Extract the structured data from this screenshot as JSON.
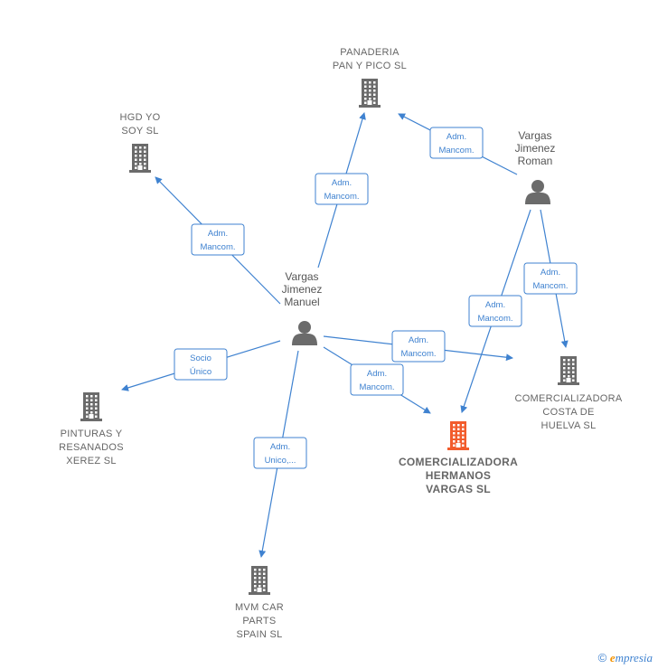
{
  "colors": {
    "edge": "#3f82d0",
    "company": "#6b6b6b",
    "highlight": "#f25c2c",
    "person": "#6b6b6b"
  },
  "companies": [
    {
      "id": "panaderia",
      "lines": [
        "PANADERIA",
        "PAN Y PICO  SL"
      ],
      "highlight": false,
      "label_pos": "above"
    },
    {
      "id": "hgd",
      "lines": [
        "HGD YO",
        "SOY  SL"
      ],
      "highlight": false,
      "label_pos": "above"
    },
    {
      "id": "pinturas",
      "lines": [
        "PINTURAS Y",
        "RESANADOS",
        "XEREZ  SL"
      ],
      "highlight": false,
      "label_pos": "below"
    },
    {
      "id": "mvm",
      "lines": [
        "MVM CAR",
        "PARTS",
        "SPAIN  SL"
      ],
      "highlight": false,
      "label_pos": "below"
    },
    {
      "id": "hermanos",
      "lines": [
        "COMERCIALIZADORA",
        "HERMANOS",
        "VARGAS  SL"
      ],
      "highlight": true,
      "label_pos": "below"
    },
    {
      "id": "costa",
      "lines": [
        "COMERCIALIZADORA",
        "COSTA DE",
        "HUELVA  SL"
      ],
      "highlight": false,
      "label_pos": "below"
    }
  ],
  "persons": [
    {
      "id": "manuel",
      "lines": [
        "Vargas",
        "Jimenez",
        "Manuel"
      ]
    },
    {
      "id": "roman",
      "lines": [
        "Vargas",
        "Jimenez",
        "Roman"
      ]
    }
  ],
  "edges": [
    {
      "from": "manuel",
      "to": "panaderia",
      "label": [
        "Adm.",
        "Mancom."
      ]
    },
    {
      "from": "manuel",
      "to": "hgd",
      "label": [
        "Adm.",
        "Mancom."
      ]
    },
    {
      "from": "manuel",
      "to": "pinturas",
      "label": [
        "Socio",
        "Único"
      ]
    },
    {
      "from": "manuel",
      "to": "mvm",
      "label": [
        "Adm.",
        "Unico,..."
      ]
    },
    {
      "from": "manuel",
      "to": "hermanos",
      "label": [
        "Adm.",
        "Mancom."
      ]
    },
    {
      "from": "manuel",
      "to": "costa",
      "label": [
        "Adm.",
        "Mancom."
      ]
    },
    {
      "from": "roman",
      "to": "panaderia",
      "label": [
        "Adm.",
        "Mancom."
      ]
    },
    {
      "from": "roman",
      "to": "hermanos",
      "label": [
        "Adm.",
        "Mancom."
      ]
    },
    {
      "from": "roman",
      "to": "costa",
      "label": [
        "Adm.",
        "Mancom."
      ]
    }
  ],
  "footer": {
    "copyright": "©",
    "brand_e": "e",
    "brand_rest": "mpresia"
  }
}
